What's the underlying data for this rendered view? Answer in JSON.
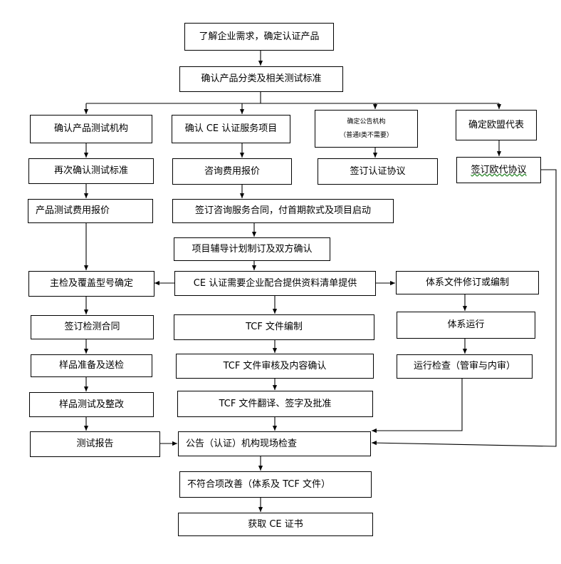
{
  "nodes": {
    "understand": "了解企业需求，确定认证产品",
    "classify": "确认产品分类及相关测试标准",
    "lab": "确认产品测试机构",
    "ce_items": "确认 CE 认证服务项目",
    "nb_title": "确定公告机构",
    "nb_note": "（普通Ⅰ类不需要）",
    "eu_rep": "确定欧盟代表",
    "recheck_std": "再次确认测试标准",
    "consult_quote": "咨询费用报价",
    "sign_cert": "签订认证协议",
    "sign_eu": "签订欧代协议",
    "test_quote": "产品测试费用报价",
    "sign_consult": "签订咨询服务合同，付首期款式及项目启动",
    "plan": "项目辅导计划制订及双方确认",
    "models": "主检及覆盖型号确定",
    "doc_list": "CE 认证需要企业配合提供资料清单提供",
    "system_docs": "体系文件修订或编制",
    "sign_test": "签订检测合同",
    "tcf_edit": "TCF 文件编制",
    "run_system": "体系运行",
    "samples": "样品准备及送检",
    "tcf_review": "TCF 文件审核及内容确认",
    "audit_run": "运行检查（管审与内审）",
    "sample_test": "样品测试及整改",
    "tcf_translate": "TCF 文件翻译、签字及批准",
    "report": "测试报告",
    "onsite": "公告（认证）机构现场检查",
    "nonconform": "不符合项改善（体系及 TCF 文件）",
    "certificate": "获取 CE 证书"
  }
}
